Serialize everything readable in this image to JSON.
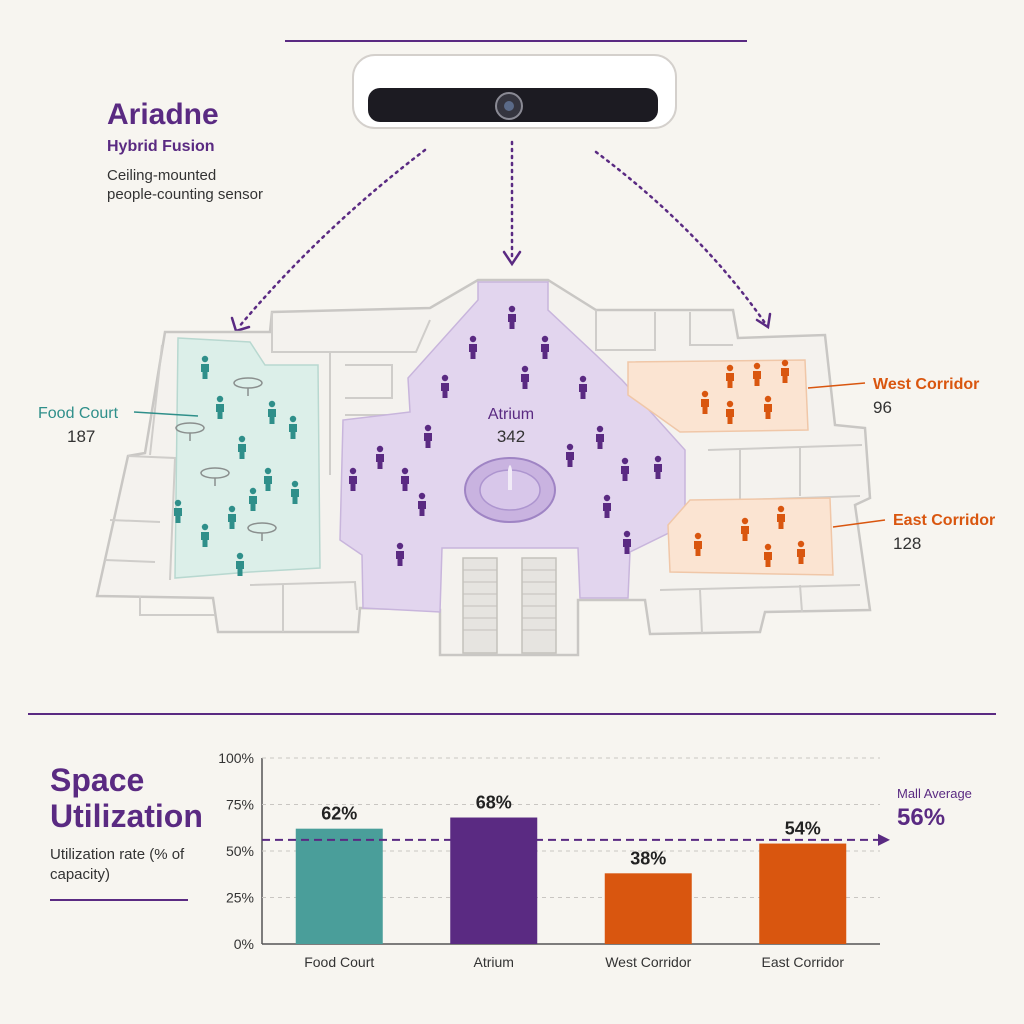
{
  "brand": {
    "title": "Ariadne",
    "subtitle": "Hybrid Fusion",
    "description": "Ceiling-mounted people-counting sensor"
  },
  "zones": [
    {
      "name": "Food Court",
      "count": "187",
      "color": "#2f8f8a"
    },
    {
      "name": "Atrium",
      "count": "342",
      "color": "#5a2a82"
    },
    {
      "name": "West Corridor",
      "count": "96",
      "color": "#d9560f"
    },
    {
      "name": "East Corridor",
      "count": "128",
      "color": "#d9560f"
    }
  ],
  "utilization": {
    "title": "Space Utilization",
    "description": "Utilization rate (% of capacity)",
    "mall_average_label": "Mall Average",
    "mall_average_value": "56%"
  },
  "colors": {
    "accent": "#5a2a82",
    "teal": "#4a9e9a",
    "purple": "#5a2a82",
    "orange": "#d9560f",
    "teal_zone": "#dcefe9",
    "purple_zone": "#e2d5ee",
    "orange_zone": "#fbe4d2"
  },
  "icons": [
    "ceiling-sensor-icon",
    "person-icon",
    "table-icon",
    "fountain-icon",
    "escalator-icon"
  ],
  "chart_data": {
    "type": "bar",
    "categories": [
      "Food Court",
      "Atrium",
      "West Corridor",
      "East Corridor"
    ],
    "values": [
      62,
      68,
      38,
      54
    ],
    "value_labels": [
      "62%",
      "68%",
      "38%",
      "54%"
    ],
    "bar_colors": [
      "#4a9e9a",
      "#5a2a82",
      "#d9560f",
      "#d9560f"
    ],
    "ylim": [
      0,
      100
    ],
    "yticks": [
      0,
      25,
      50,
      75,
      100
    ],
    "ytick_labels": [
      "0%",
      "25%",
      "50%",
      "75%",
      "100%"
    ],
    "reference_line": {
      "label": "Mall Average",
      "value": 56
    },
    "grid": true
  }
}
